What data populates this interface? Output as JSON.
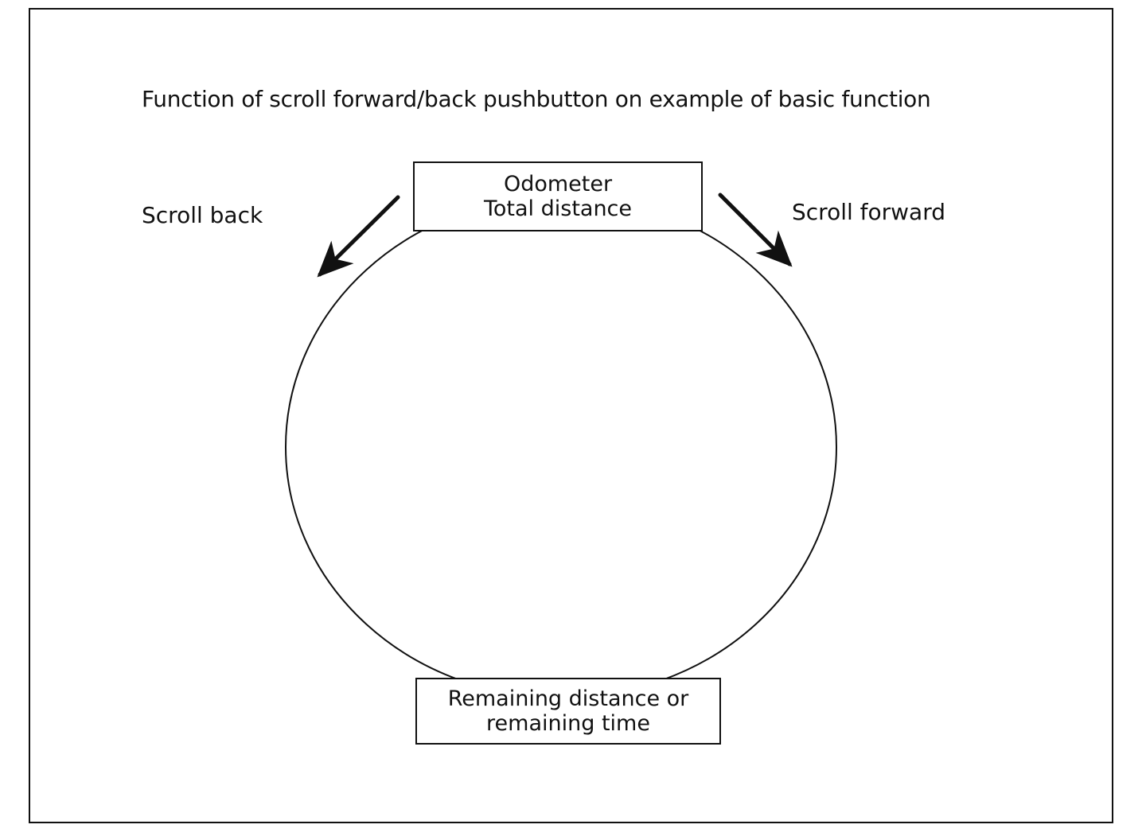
{
  "title": "Function of scroll forward/back pushbutton on example of basic function",
  "labels": {
    "scroll_back": "Scroll back",
    "scroll_forward": "Scroll forward"
  },
  "nodes": {
    "top": {
      "line1": "Odometer",
      "line2": "Total distance"
    },
    "bottom": {
      "line1": "Remaining distance or",
      "line2": "remaining time"
    }
  },
  "colors": {
    "ink": "#111111",
    "background": "#ffffff"
  }
}
